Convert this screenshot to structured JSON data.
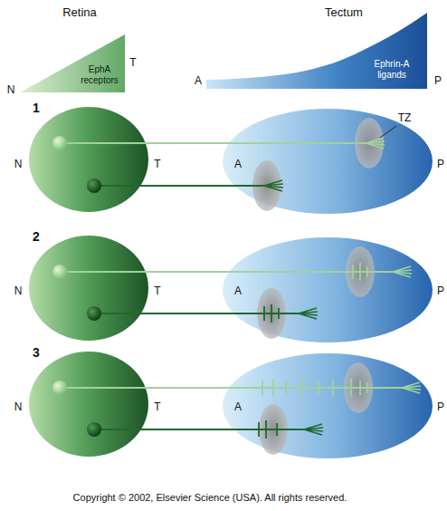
{
  "diagram": {
    "nodes": [
      {
        "text": [
          "EphA receptors"
        ]
      },
      {
        "text": [
          "Ephrin-A ligands"
        ]
      }
    ],
    "labels": [
      "Retina",
      "Tectum",
      "N",
      "T",
      "A",
      "P",
      "1",
      "TZ",
      "N",
      "T",
      "A",
      "P",
      "2",
      "N",
      "T",
      "A",
      "P",
      "3",
      "N",
      "T",
      "A",
      "P",
      "Copyright © 2002, Elsevier Science (USA). All rights reserved."
    ]
  }
}
